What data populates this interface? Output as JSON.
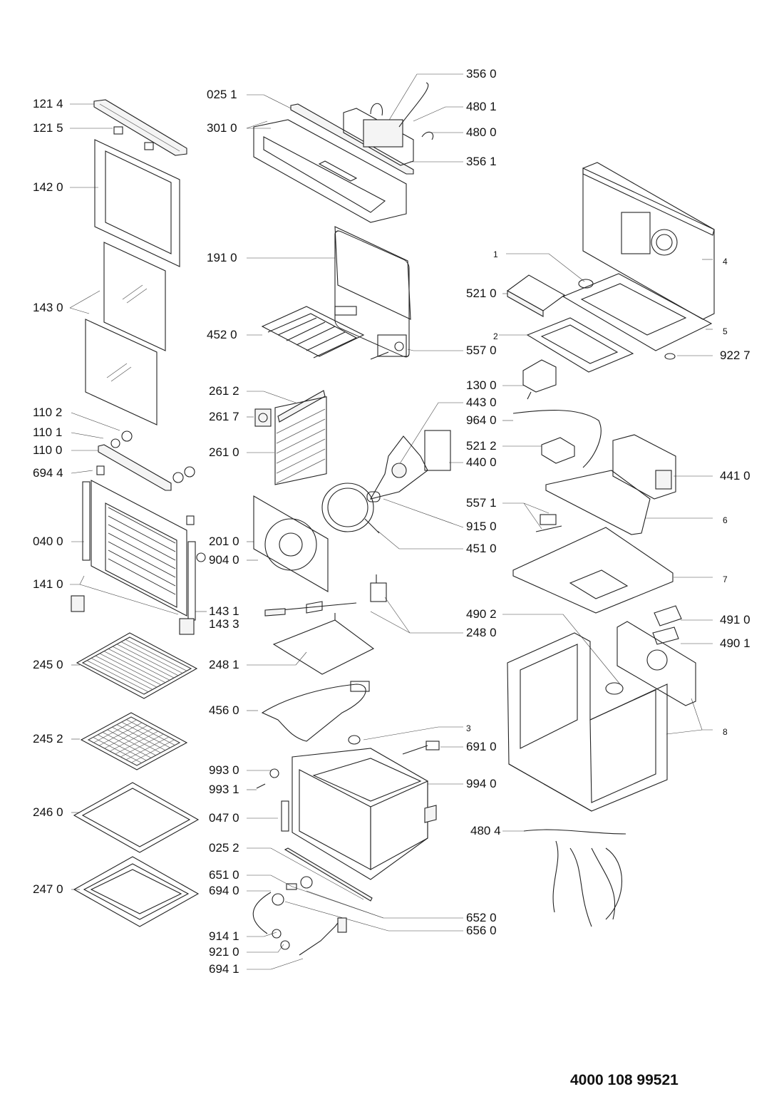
{
  "document_number": "4000 108 99521",
  "callouts": [
    {
      "id": "c-0251",
      "text": "025 1"
    },
    {
      "id": "c-3560",
      "text": "356 0"
    },
    {
      "id": "c-1214",
      "text": "121 4"
    },
    {
      "id": "c-4801",
      "text": "480 1"
    },
    {
      "id": "c-1215",
      "text": "121 5"
    },
    {
      "id": "c-3010",
      "text": "301 0"
    },
    {
      "id": "c-4800",
      "text": "480 0"
    },
    {
      "id": "c-3561",
      "text": "356 1"
    },
    {
      "id": "c-1420",
      "text": "142 0"
    },
    {
      "id": "c-1910",
      "text": "191 0"
    },
    {
      "id": "c-1",
      "text": "1"
    },
    {
      "id": "c-4",
      "text": "4"
    },
    {
      "id": "c-5210",
      "text": "521 0"
    },
    {
      "id": "c-1430",
      "text": "143 0"
    },
    {
      "id": "c-4520",
      "text": "452 0"
    },
    {
      "id": "c-2",
      "text": "2"
    },
    {
      "id": "c-5",
      "text": "5"
    },
    {
      "id": "c-5570",
      "text": "557 0"
    },
    {
      "id": "c-9227",
      "text": "922 7"
    },
    {
      "id": "c-1300",
      "text": "130 0"
    },
    {
      "id": "c-2612",
      "text": "261 2"
    },
    {
      "id": "c-4430",
      "text": "443 0"
    },
    {
      "id": "c-1102",
      "text": "110 2"
    },
    {
      "id": "c-2617",
      "text": "261 7"
    },
    {
      "id": "c-9640",
      "text": "964 0"
    },
    {
      "id": "c-1101",
      "text": "110 1"
    },
    {
      "id": "c-5212",
      "text": "521 2"
    },
    {
      "id": "c-1100",
      "text": "110 0"
    },
    {
      "id": "c-2610",
      "text": "261 0"
    },
    {
      "id": "c-4400",
      "text": "440 0"
    },
    {
      "id": "c-6944",
      "text": "694 4"
    },
    {
      "id": "c-4410",
      "text": "441 0"
    },
    {
      "id": "c-5571",
      "text": "557 1"
    },
    {
      "id": "c-6",
      "text": "6"
    },
    {
      "id": "c-9150",
      "text": "915 0"
    },
    {
      "id": "c-0400",
      "text": "040 0"
    },
    {
      "id": "c-2010",
      "text": "201 0"
    },
    {
      "id": "c-4510",
      "text": "451 0"
    },
    {
      "id": "c-9040",
      "text": "904 0"
    },
    {
      "id": "c-7",
      "text": "7"
    },
    {
      "id": "c-1410",
      "text": "141 0"
    },
    {
      "id": "c-4902",
      "text": "490 2"
    },
    {
      "id": "c-1431",
      "text": "143 1"
    },
    {
      "id": "c-4910",
      "text": "491 0"
    },
    {
      "id": "c-1433",
      "text": "143 3"
    },
    {
      "id": "c-2480",
      "text": "248 0"
    },
    {
      "id": "c-4901",
      "text": "490 1"
    },
    {
      "id": "c-2450",
      "text": "245 0"
    },
    {
      "id": "c-2481",
      "text": "248 1"
    },
    {
      "id": "c-4560",
      "text": "456 0"
    },
    {
      "id": "c-3",
      "text": "3"
    },
    {
      "id": "c-8",
      "text": "8"
    },
    {
      "id": "c-2452",
      "text": "245 2"
    },
    {
      "id": "c-6910",
      "text": "691 0"
    },
    {
      "id": "c-9930",
      "text": "993 0"
    },
    {
      "id": "c-9940",
      "text": "994 0"
    },
    {
      "id": "c-9931",
      "text": "993 1"
    },
    {
      "id": "c-2460",
      "text": "246 0"
    },
    {
      "id": "c-0470",
      "text": "047 0"
    },
    {
      "id": "c-4804",
      "text": "480 4"
    },
    {
      "id": "c-0252",
      "text": "025 2"
    },
    {
      "id": "c-6510",
      "text": "651 0"
    },
    {
      "id": "c-2470",
      "text": "247 0"
    },
    {
      "id": "c-6940",
      "text": "694 0"
    },
    {
      "id": "c-6520",
      "text": "652 0"
    },
    {
      "id": "c-6560",
      "text": "656 0"
    },
    {
      "id": "c-9141",
      "text": "914 1"
    },
    {
      "id": "c-9210",
      "text": "921 0"
    },
    {
      "id": "c-6941",
      "text": "694 1"
    }
  ]
}
